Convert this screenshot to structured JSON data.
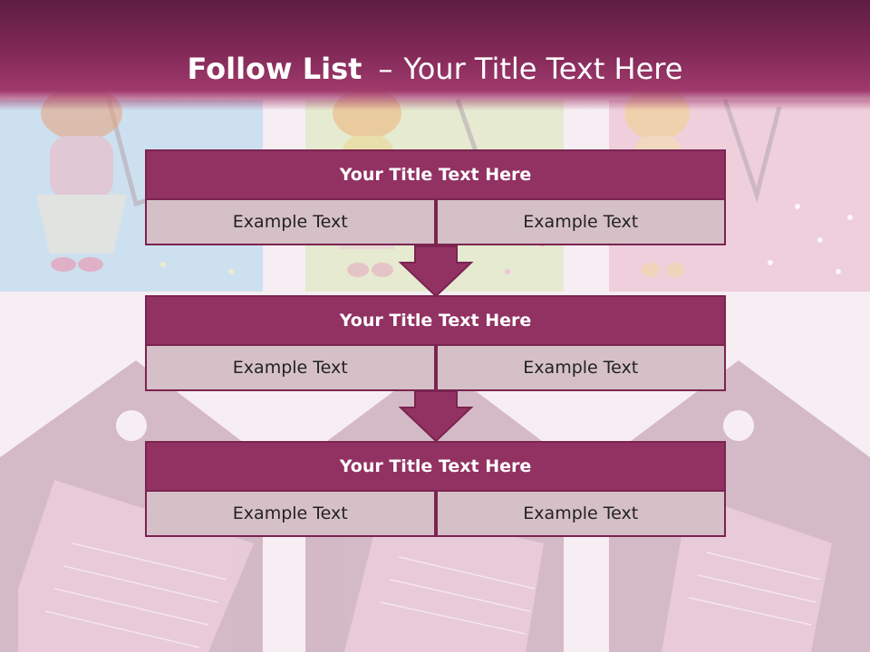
{
  "title": {
    "bold": "Follow List",
    "dash": "–",
    "rest": "Your Title Text Here"
  },
  "blocks": [
    {
      "title": "Your Title Text Here",
      "left": "Example Text",
      "right": "Example Text"
    },
    {
      "title": "Your Title Text Here",
      "left": "Example Text",
      "right": "Example Text"
    },
    {
      "title": "Your Title Text Here",
      "left": "Example Text",
      "right": "Example Text"
    }
  ],
  "colors": {
    "header": "#7f2856",
    "block_title": "#923262",
    "cell": "#d6c0c8",
    "arrow": "#923262"
  }
}
